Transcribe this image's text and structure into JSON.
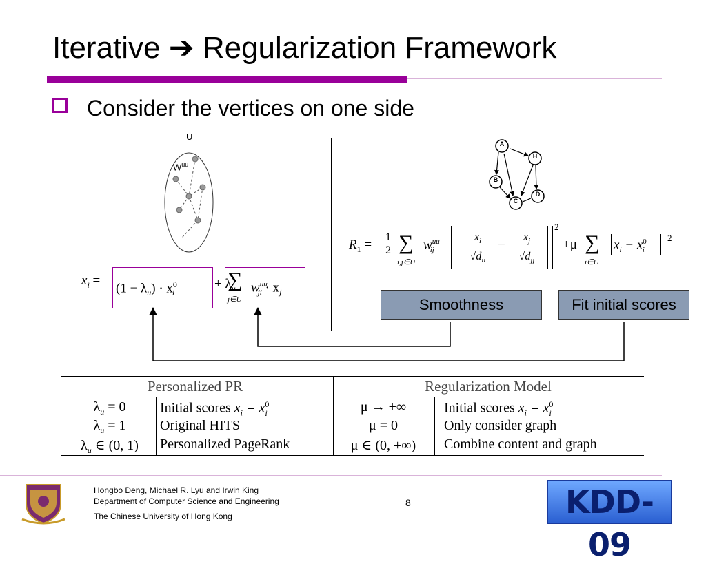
{
  "slide": {
    "title": "Iterative ➔ Regularization Framework",
    "bullet": "Consider the vertices on one side",
    "page_number": "8"
  },
  "diagram_left": {
    "set_label": "U",
    "weight_label": "W",
    "weight_sup": "uu"
  },
  "equations": {
    "iterative_lhs": "x",
    "iterative_lhs_sub": "i",
    "iterative_box1": "(1 − λ",
    "iterative_box1_sub": "u",
    "iterative_box1_tail": ") · x",
    "iterative_box1_sup": "0",
    "iterative_box1_sub2": "i",
    "iterative_plus": "+ λ",
    "iterative_plus_sub": "u",
    "iterative_sum_under": "j∈U",
    "iterative_w": "w",
    "iterative_w_sup": "uu",
    "iterative_w_sub": "ji",
    "iterative_tail": "· x",
    "iterative_tail_sub": "j",
    "r1_lhs": "R",
    "r1_lhs_sub": "1",
    "r1_half_num": "1",
    "r1_half_den": "2",
    "r1_sum_under": "i,j∈U",
    "r1_w": "w",
    "r1_w_sup": "uu",
    "r1_w_sub": "ij",
    "r1_frac1_num": "x",
    "r1_frac1_num_sub": "i",
    "r1_frac1_den": "√d",
    "r1_frac1_den_sub": "ii",
    "r1_minus": "−",
    "r1_frac2_num": "x",
    "r1_frac2_num_sub": "j",
    "r1_frac2_den": "√d",
    "r1_frac2_den_sub": "jj",
    "r1_sq": "2",
    "r1_plus_mu": "+μ",
    "r1_sum2_under": "i∈U",
    "r1_fit_x": "x",
    "r1_fit_x_sub": "i",
    "r1_fit_minus": "− x",
    "r1_fit_sup": "0",
    "r1_fit_sub": "i",
    "r1_sq2": "2"
  },
  "labels": {
    "smoothness": "Smoothness",
    "fit_initial": "Fit initial scores"
  },
  "graph_right": {
    "nodes": [
      "A",
      "H",
      "B",
      "C",
      "D"
    ]
  },
  "table": {
    "headers": [
      "Personalized PR",
      "Regularization Model"
    ],
    "rows": [
      {
        "lambda": "λ",
        "lambda_sub": "u",
        "lambda_val": " = 0",
        "pr": "Initial scores ",
        "pr_x": "x",
        "pr_x_sub": "i",
        "pr_eq": " = x",
        "pr_sup": "0",
        "pr_sub2": "i",
        "mu": "μ → +∞",
        "reg": "Initial scores ",
        "reg_x": "x",
        "reg_x_sub": "i",
        "reg_eq": " = x",
        "reg_sup": "0",
        "reg_sub2": "i"
      },
      {
        "lambda": "λ",
        "lambda_sub": "u",
        "lambda_val": " = 1",
        "pr": "Original HITS",
        "mu": "μ = 0",
        "reg": "Only consider graph"
      },
      {
        "lambda": "λ",
        "lambda_sub": "u",
        "lambda_val": " ∈ (0, 1)",
        "pr": "Personalized PageRank",
        "mu": "μ ∈ (0, +∞)",
        "reg": "Combine content and graph"
      }
    ]
  },
  "footer": {
    "authors": "Hongbo Deng, Michael R. Lyu and Irwin King",
    "department": "Department of Computer Science and Engineering",
    "university": "The Chinese University of Hong Kong",
    "logo_right_text": "KDD-09"
  },
  "colors": {
    "accent": "#990099",
    "label_box": "#8a9bb3",
    "kdd_blue": "#1a3a9c"
  }
}
